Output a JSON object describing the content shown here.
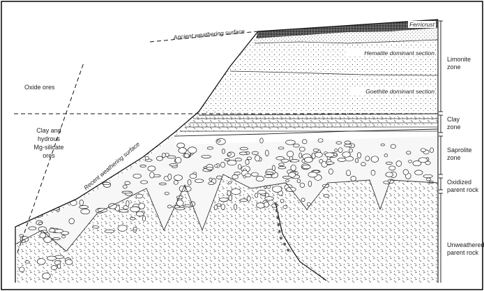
{
  "figure": {
    "labels": {
      "ancient_surface": "Ancient weathering surface",
      "recent_surface": "Recent weathering surface",
      "oxide_ores": "Oxide ores",
      "clay_ores": [
        "Clay and",
        "hydrous",
        "Mg-silicate",
        "ores"
      ],
      "ferricrust": "Ferricrust",
      "hematite": "Hematite dominant section",
      "goethite": "Goethite dominant section"
    },
    "zones": {
      "limonite": [
        "Limonite",
        "zone"
      ],
      "clay": [
        "Clay",
        "zone"
      ],
      "saprolite": [
        "Saprolite",
        "zone"
      ],
      "oxidized": [
        "Oxidized",
        "parent rock"
      ],
      "unweathered": [
        "Unweathered",
        "parent rock"
      ]
    }
  }
}
